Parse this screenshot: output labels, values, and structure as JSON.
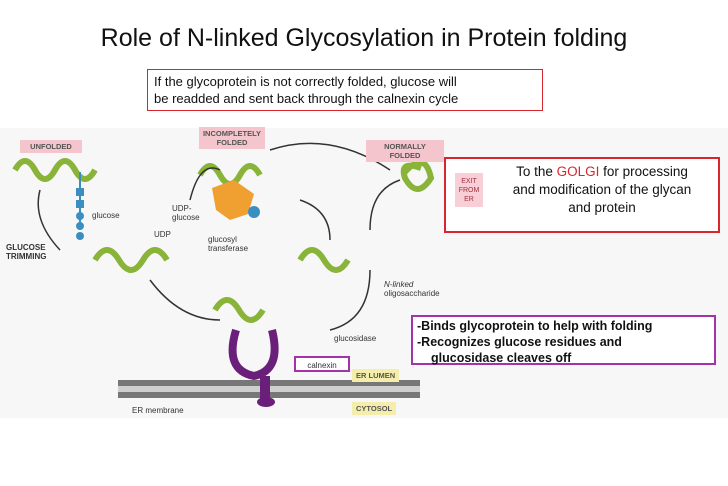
{
  "title": "Role of N-linked Glycosylation in Protein folding",
  "notes": {
    "top_line1": "If the glycoprotein is not correctly folded, glucose will",
    "top_line2": "be readded and sent back through the calnexin cycle",
    "golgi_pre": "To the",
    "golgi_highlight": "GOLGI",
    "golgi_post": "for processing",
    "golgi_line2": "and modification of the glycan",
    "golgi_line3": "and protein",
    "calnexin_line1": "-Binds glycoprotein to help with folding",
    "calnexin_line2": "-Recognizes glucose residues and",
    "calnexin_line3": "glucosidase cleaves off"
  },
  "diagram": {
    "stage_unfolded": "UNFOLDED",
    "stage_incomplete_1": "INCOMPLETELY",
    "stage_incomplete_2": "FOLDED",
    "stage_normal": "NORMALLY FOLDED",
    "exit_1": "EXIT",
    "exit_2": "FROM",
    "exit_3": "ER",
    "glucose": "glucose",
    "glucose_trimming_1": "GLUCOSE",
    "glucose_trimming_2": "TRIMMING",
    "udp_glucose_1": "UDP-",
    "udp_glucose_2": "glucose",
    "udp": "UDP",
    "glucosyl_transferase_1": "glucosyl",
    "glucosyl_transferase_2": "transferase",
    "n_linked_1": "N-linked",
    "n_linked_2": "oligosaccharide",
    "glucosidase": "glucosidase",
    "calnexin": "calnexin",
    "er_lumen": "ER LUMEN",
    "cytosol": "CYTOSOL",
    "er_membrane": "ER membrane"
  },
  "colors": {
    "highlight": "#d9262e",
    "calnexin": "#a233a8",
    "protein": "#8ab33a",
    "glucose": "#3b8fc0",
    "transferase": "#f0a030"
  }
}
